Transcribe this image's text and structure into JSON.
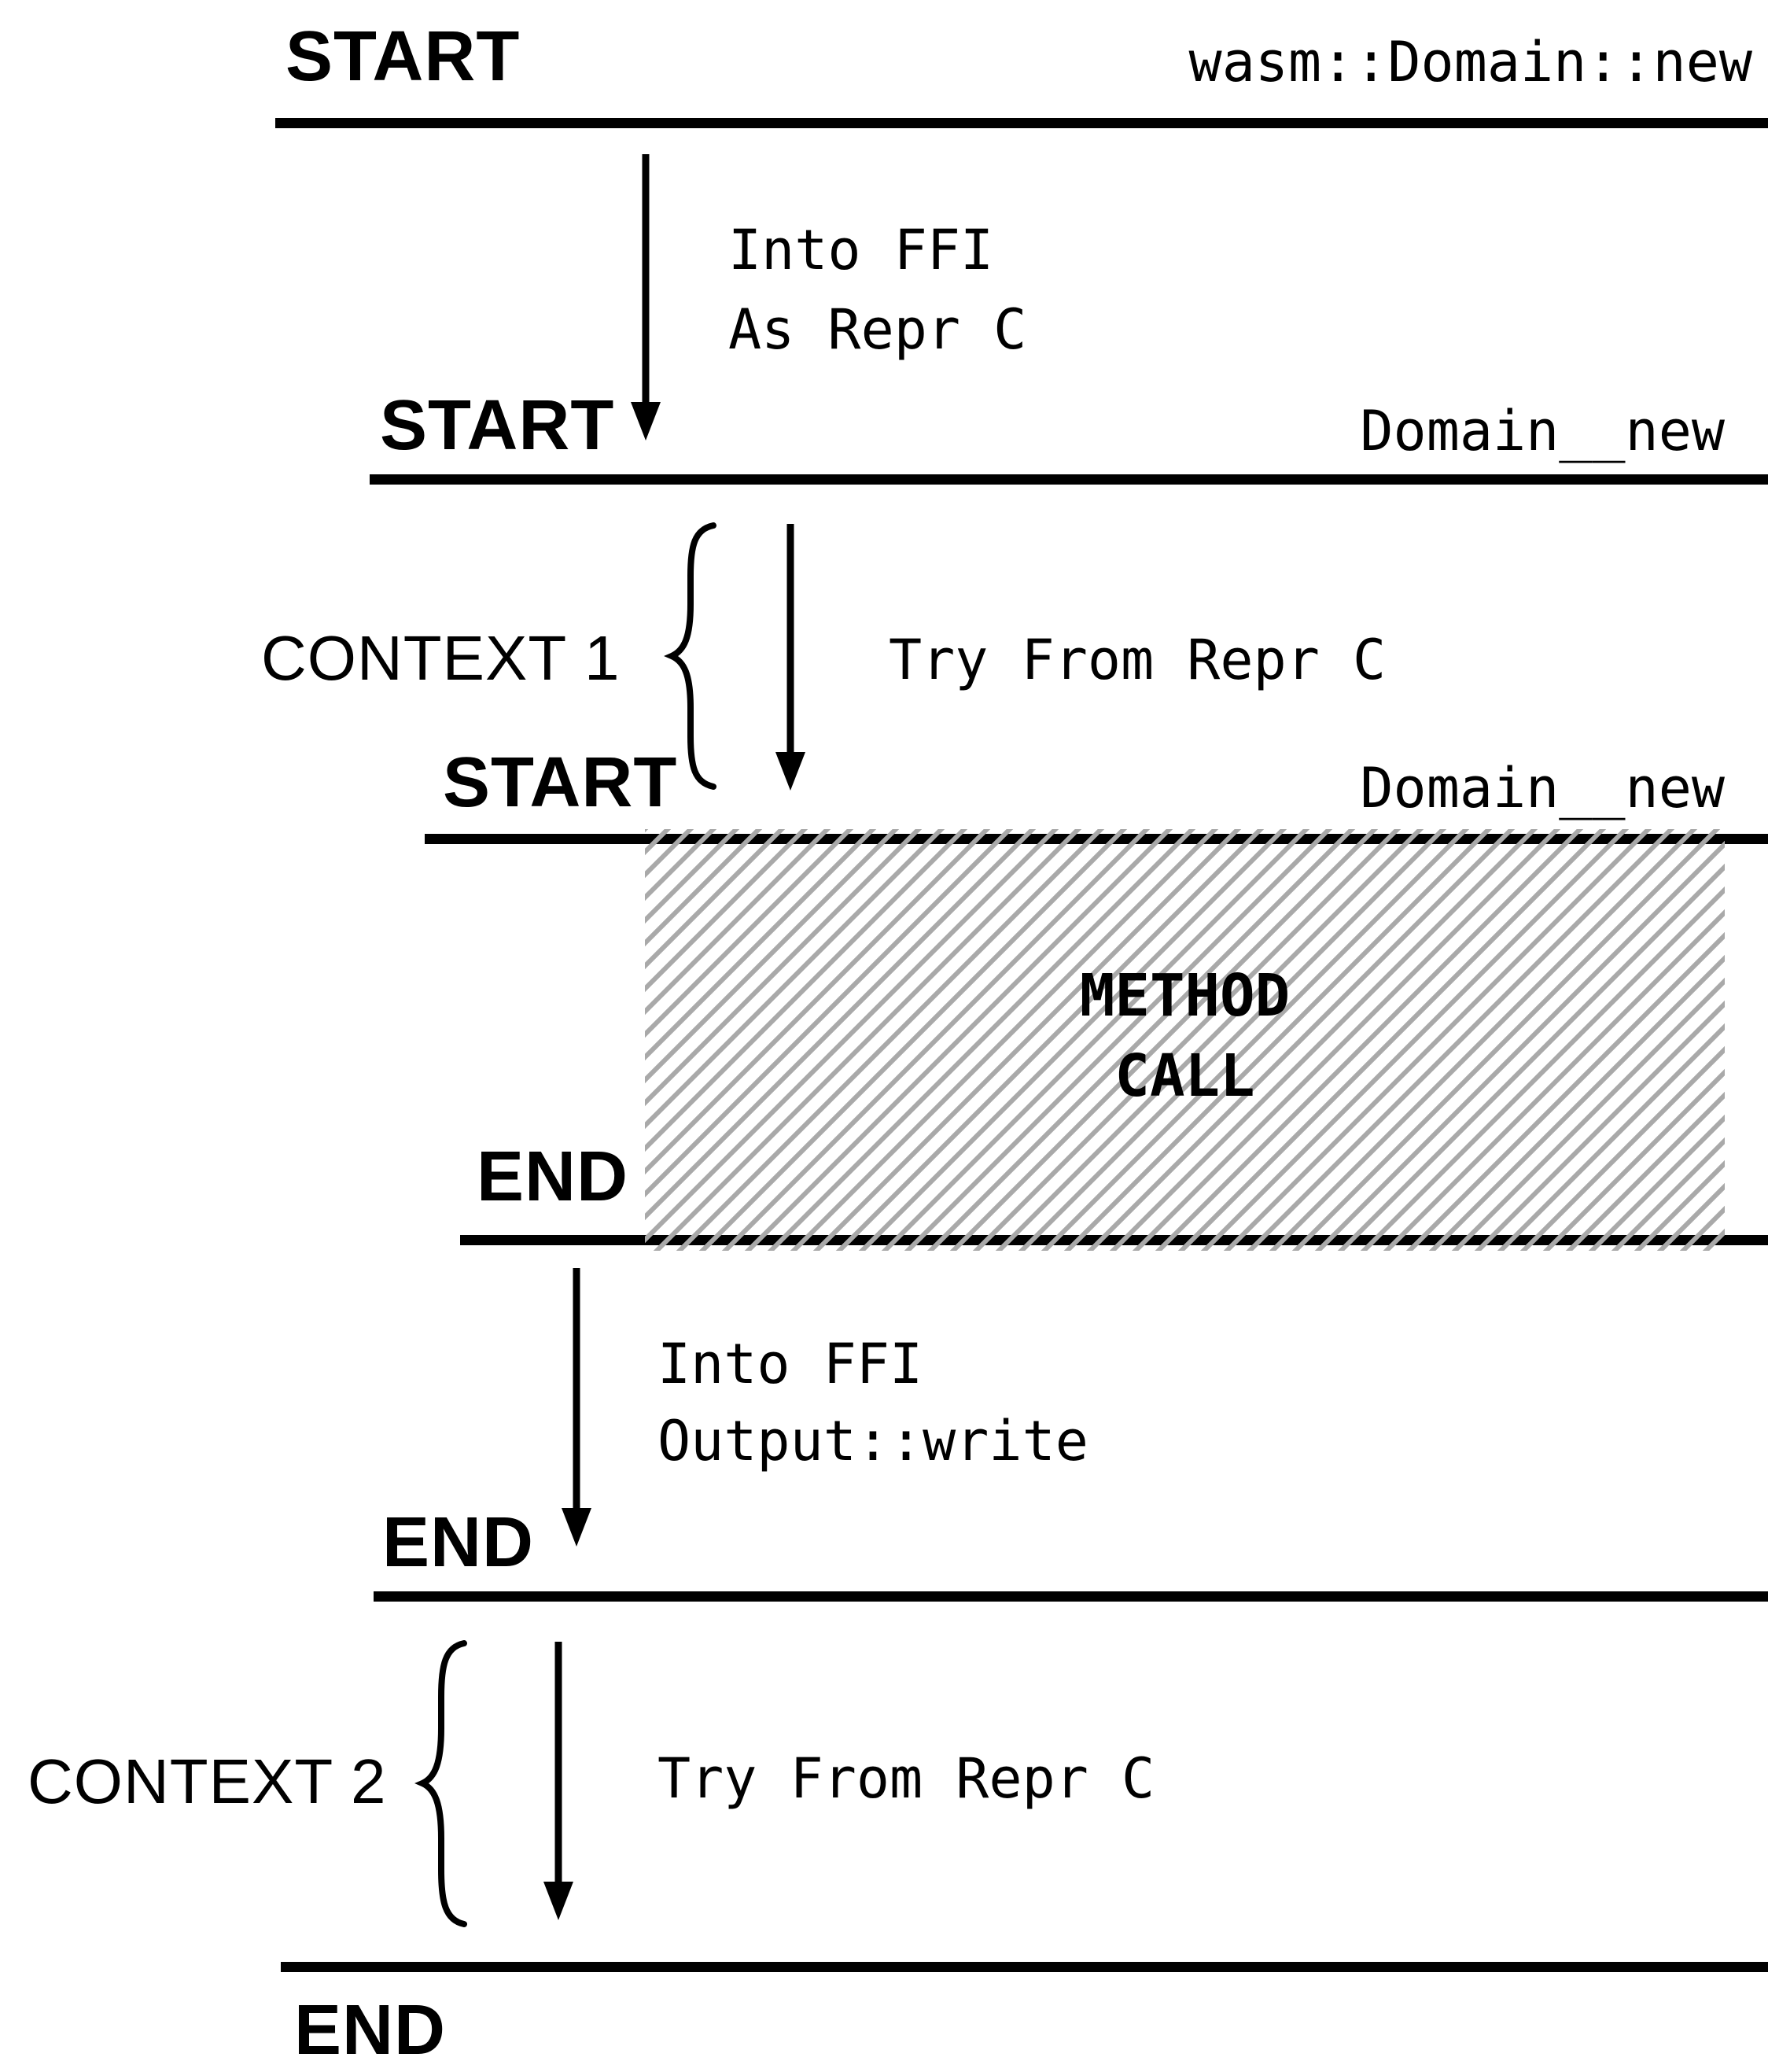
{
  "frames": [
    {
      "marker": "START",
      "name": "wasm::Domain::new"
    },
    {
      "marker": "START",
      "name": "Domain__new"
    },
    {
      "marker": "START",
      "name": "Domain__new"
    },
    {
      "marker": "END"
    },
    {
      "marker": "END"
    },
    {
      "marker": "END"
    }
  ],
  "arrows": [
    {
      "line1": "Into FFI",
      "line2": "As Repr C"
    },
    {
      "line1": "Try From Repr C"
    },
    {
      "line1": "Into FFI",
      "line2": "Output::write"
    },
    {
      "line1": "Try From Repr C"
    }
  ],
  "contexts": [
    {
      "label": "CONTEXT 1"
    },
    {
      "label": "CONTEXT 2"
    }
  ],
  "method_call": {
    "line1": "METHOD",
    "line2": "CALL"
  },
  "colors": {
    "ink": "#000000",
    "hatch": "#a9a9a9",
    "background": "#ffffff"
  }
}
